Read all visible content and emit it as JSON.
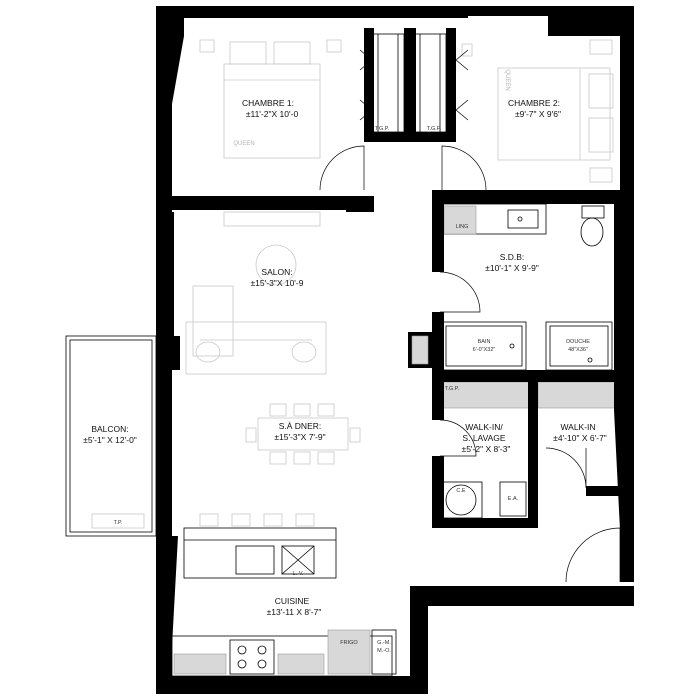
{
  "rooms": {
    "chambre1": {
      "name": "CHAMBRE 1:",
      "dims": "±11'-2\"X 10'-0"
    },
    "chambre2": {
      "name": "CHAMBRE 2:",
      "dims": "±9'-7\" X 9'6\""
    },
    "sdb": {
      "name": "S.D.B:",
      "dims": "±10'-1\" X 9'-9\""
    },
    "salon": {
      "name": "SALON:",
      "dims": "±15'-3\"X 10'-9"
    },
    "sadiner": {
      "name": "S.À DNER:",
      "dims": "±15'-3\"X 7'-9\""
    },
    "balcon": {
      "name": "BALCON:",
      "dims": "±5'-1\" X 12'-0\""
    },
    "walkin_lavage": {
      "name": "WALK-IN/",
      "name2": "S. LAVAGE",
      "dims": "±5'-2\" X 8'-3\""
    },
    "walkin": {
      "name": "WALK-IN",
      "dims": "±4'-10\" X 6'-7\""
    },
    "cuisine": {
      "name": "CUISINE",
      "dims": "±13'-11 X 8'-7\""
    }
  },
  "fixtures": {
    "queen1": "QUEEN",
    "queen2": "QUEEN",
    "tgp1": "T.G.P.",
    "tgp2": "T.G.P.",
    "tgp3": "T.G.P.",
    "ling": "LING",
    "bain": "BAIN",
    "bain_dim": "6'-0\"X32\"",
    "douche": "DOUCHE",
    "douche_dim": "48\"X36\"",
    "ea": "E.A.",
    "ce": "C.E",
    "tp": "T.P.",
    "lv": "L.-V.",
    "frigo": "FRIGO",
    "gm": "G.-M.",
    "mo": "M.-O."
  }
}
